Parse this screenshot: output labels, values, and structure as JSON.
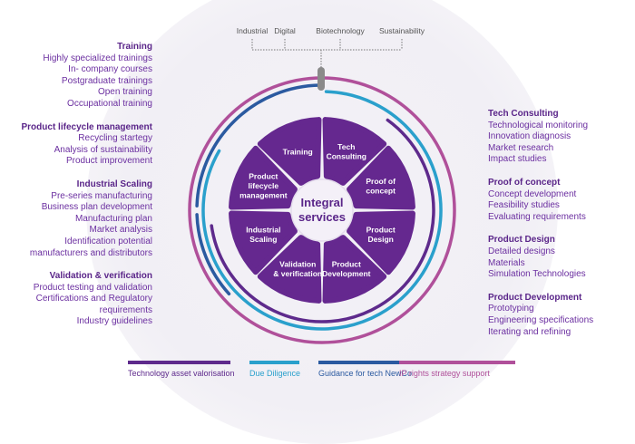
{
  "left_groups": [
    {
      "title": "Training",
      "items": [
        "Highly specialized trainings",
        "In- company courses",
        "Postgraduate trainings",
        "Open training",
        "Occupational training"
      ]
    },
    {
      "title": "Product lifecycle management",
      "items": [
        "Recycling startegy",
        "Analysis of sustainability",
        "Product improvement"
      ]
    },
    {
      "title": "Industrial Scaling",
      "items": [
        "Pre-series manufacturing",
        "Business plan development",
        "Manufacturing plan",
        "Market analysis",
        "Identification potential",
        "manufacturers and distributors"
      ]
    },
    {
      "title": "Validation & verification",
      "items": [
        "Product testing and validation",
        "Certifications and Regulatory",
        "requirements",
        "Industry guidelines"
      ]
    }
  ],
  "right_groups": [
    {
      "title": "Tech Consulting",
      "items": [
        "Technological monitoring",
        "Innovation diagnosis",
        "Market research",
        "Impact studies"
      ]
    },
    {
      "title": "Proof of concept",
      "items": [
        "Concept development",
        "Feasibility studies",
        "Evaluating requirements"
      ]
    },
    {
      "title": "Product Design",
      "items": [
        "Detailed designs",
        "Materials",
        "Simulation Technologies"
      ]
    },
    {
      "title": "Product Development",
      "items": [
        "Prototyping",
        "Engineering specifications",
        "Iterating and refining"
      ]
    }
  ],
  "sectors_top": [
    "Industrial",
    "Digital",
    "Biotechnology",
    "Sustainability"
  ],
  "center": {
    "line1": "Integral",
    "line2": "services"
  },
  "wheel": [
    {
      "lines": [
        "Tech",
        "Consulting"
      ]
    },
    {
      "lines": [
        "Proof of",
        "concept"
      ]
    },
    {
      "lines": [
        "Product",
        "Design"
      ]
    },
    {
      "lines": [
        "Product",
        "Development"
      ]
    },
    {
      "lines": [
        "Validation",
        "& verification"
      ]
    },
    {
      "lines": [
        "Industrial",
        "Scaling"
      ]
    },
    {
      "lines": [
        "Product",
        "lifecycle",
        "management"
      ]
    },
    {
      "lines": [
        "Training"
      ]
    }
  ],
  "legend": [
    {
      "label": "Technology asset valorisation",
      "color": "#5e2a8c"
    },
    {
      "label": "Due Diligence",
      "color": "#2aa0cc"
    },
    {
      "label": "Guidance for tech NewCo",
      "color": "#2b5aa0"
    },
    {
      "label": "IP rights strategy support",
      "color": "#b0509a"
    }
  ],
  "colors": {
    "segment": "#65288f",
    "accent_text": "#5a2589"
  }
}
